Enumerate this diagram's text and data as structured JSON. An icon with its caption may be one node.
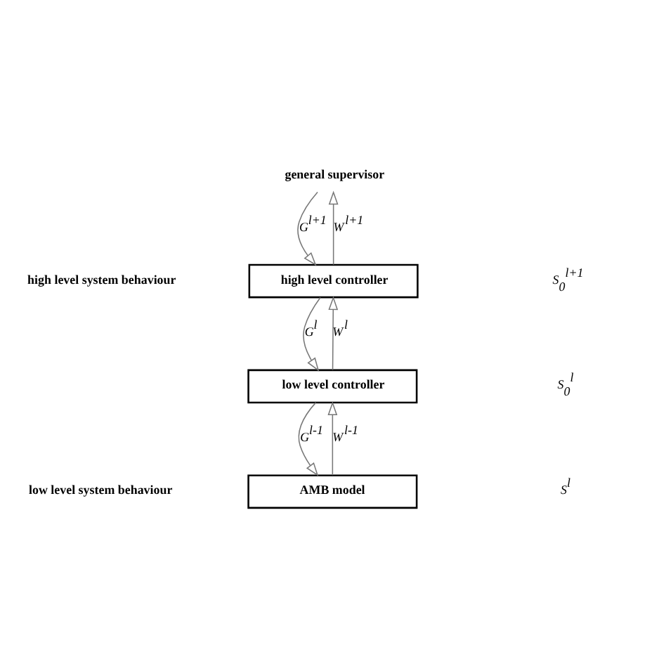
{
  "diagram": {
    "nodes": [
      {
        "text": [
          "general supervisor"
        ]
      },
      {
        "text": [
          "high level controller"
        ]
      },
      {
        "text": [
          "low level controller"
        ]
      },
      {
        "text": [
          "AMB model"
        ]
      }
    ],
    "edges": [
      {
        "from": 0,
        "to": 1,
        "arrow": "to",
        "label": "G$^{l+1}$"
      },
      {
        "from": 1,
        "to": 0,
        "arrow": "to",
        "label": "W$^{l+1}$"
      },
      {
        "from": 1,
        "to": 2,
        "arrow": "to",
        "label": "G$^{l}$"
      },
      {
        "from": 2,
        "to": 1,
        "arrow": "to",
        "label": "W$^{l}$"
      },
      {
        "from": 2,
        "to": 3,
        "arrow": "to",
        "label": "G$^{l-1}$"
      },
      {
        "from": 3,
        "to": 2,
        "arrow": "to",
        "label": "W$^{l-1}$"
      }
    ],
    "labels": [
      "S$_{0}$$^{l+1}$",
      "high level system behaviour",
      "S$_{0}$$^{l}$",
      "low level system behaviour",
      "S$^{l}$"
    ]
  }
}
